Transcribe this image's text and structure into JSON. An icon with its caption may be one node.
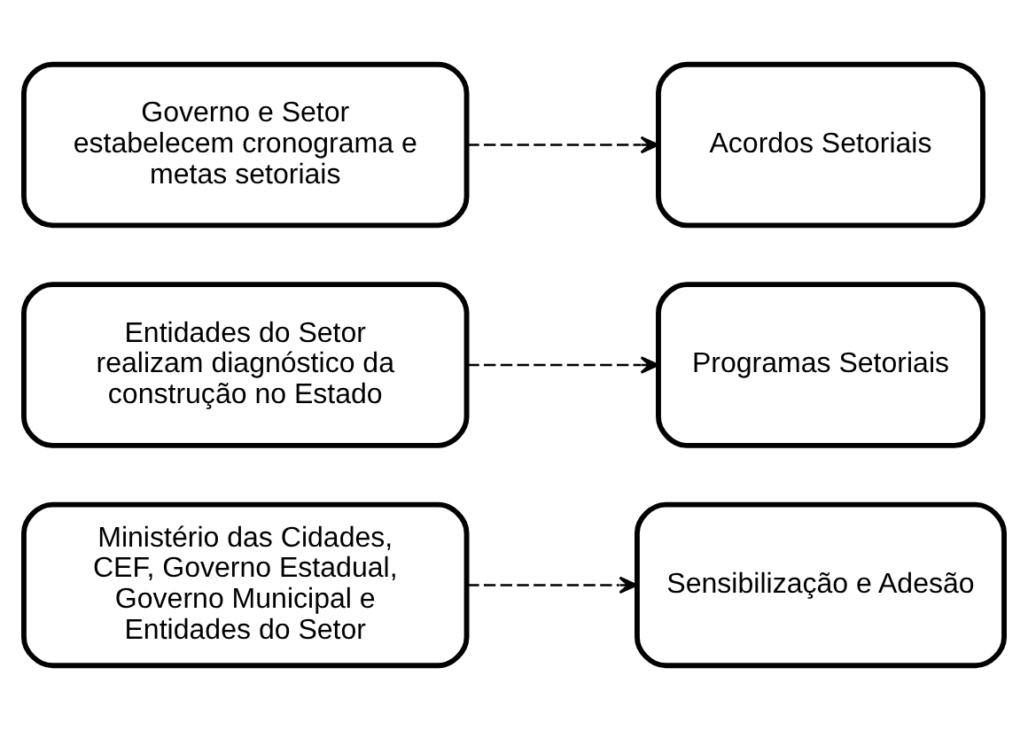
{
  "diagram": {
    "nodes": [
      {
        "text": [
          "Ministério das Cidades, CEF, Governo Estadual, Governo Municipal e Entidades do Setor"
        ]
      },
      {
        "text": [
          "Sensibilização e Adesão"
        ]
      },
      {
        "text": [
          "Entidades do Setor realizam diagnóstico da construção no Estado"
        ]
      },
      {
        "text": [
          "Programas Setoriais"
        ]
      },
      {
        "text": [
          "Governo e Setor estabelecem cronograma e metas setoriais"
        ]
      },
      {
        "text": [
          "Acordos Setoriais"
        ]
      }
    ],
    "edges": [
      {
        "from": 0,
        "to": 1,
        "arrow": "to",
        "style": "dashed"
      },
      {
        "from": 2,
        "to": 3,
        "arrow": "to",
        "style": "dashed"
      },
      {
        "from": 4,
        "to": 5,
        "arrow": "to",
        "style": "dashed"
      }
    ]
  }
}
